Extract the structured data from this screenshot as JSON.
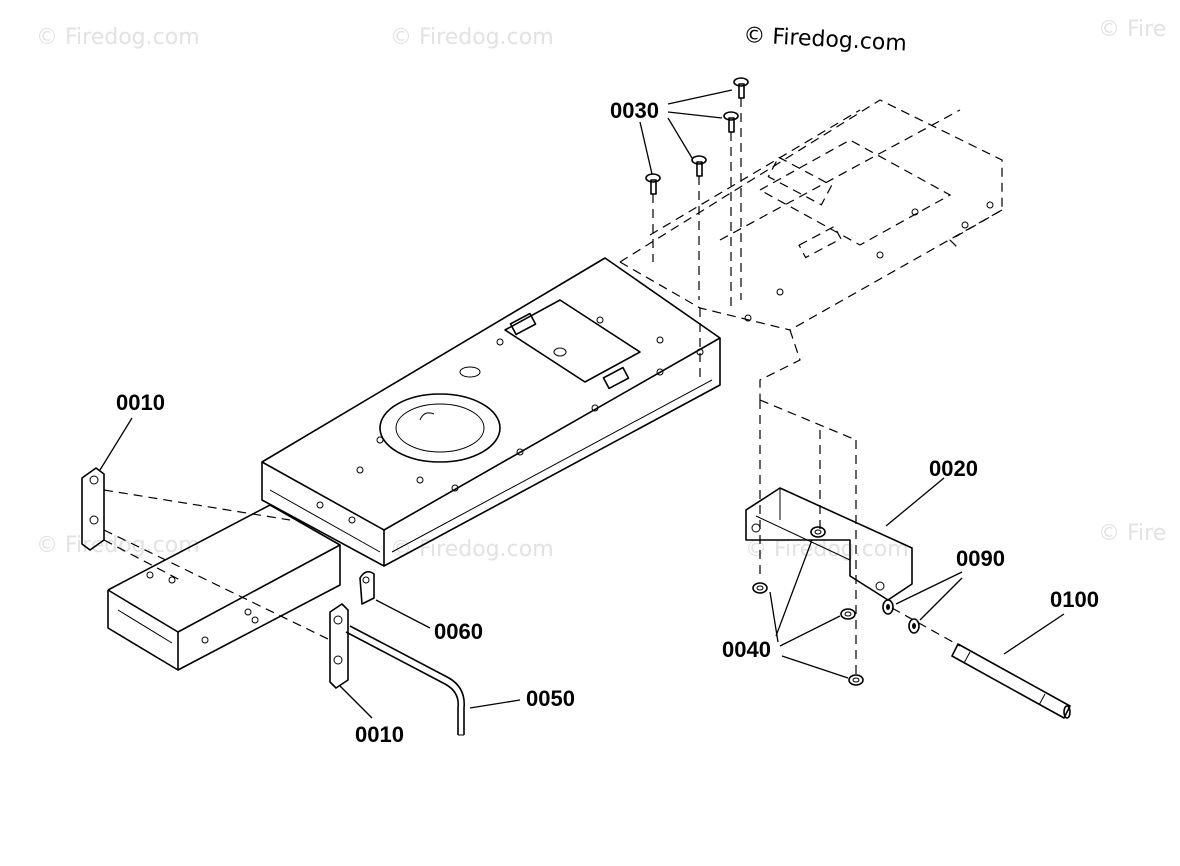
{
  "watermarks": {
    "main": "© Firedog.com",
    "faint": "© Firedog.com",
    "faint_partial": "© Fire"
  },
  "callouts": {
    "p0010_top": "0010",
    "p0010_bottom": "0010",
    "p0020": "0020",
    "p0030": "0030",
    "p0040": "0040",
    "p0050": "0050",
    "p0060": "0060",
    "p0090": "0090",
    "p0100": "0100"
  }
}
